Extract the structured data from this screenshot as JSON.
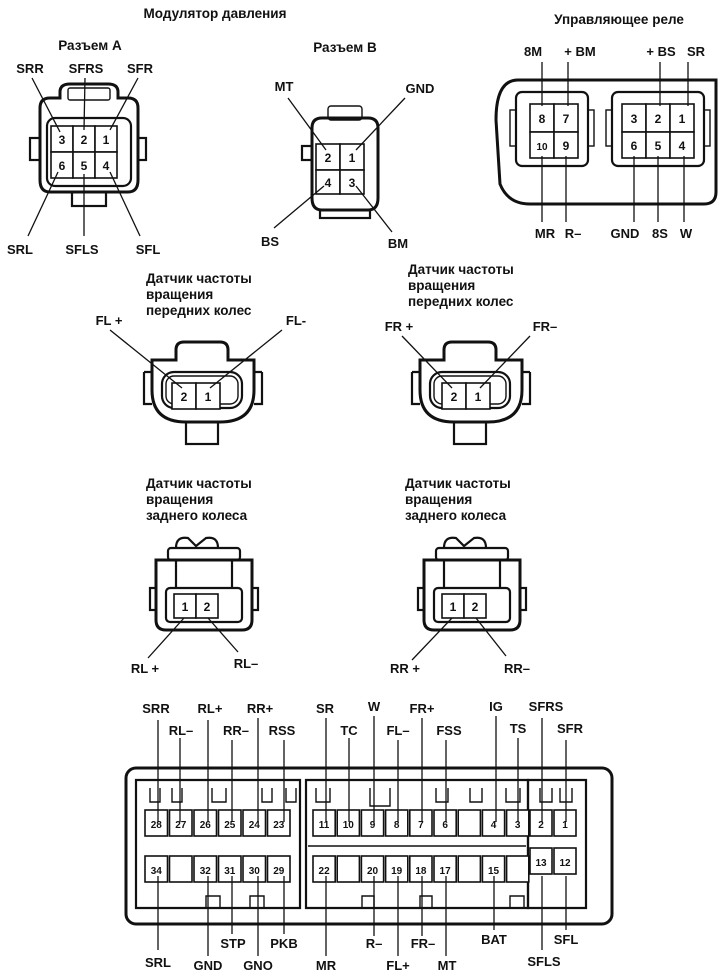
{
  "modulator": {
    "title": "Модулятор давления",
    "connector_a": {
      "title": "Разъем А",
      "pins_top": [
        "3",
        "2",
        "1"
      ],
      "pins_bottom": [
        "6",
        "5",
        "4"
      ],
      "labels": {
        "srr": "SRR",
        "sfrs": "SFRS",
        "sfr": "SFR",
        "srl": "SRL",
        "sfls": "SFLS",
        "sfl": "SFL"
      }
    },
    "connector_b": {
      "title": "Разъем В",
      "pins_top": [
        "2",
        "1"
      ],
      "pins_bottom": [
        "4",
        "3"
      ],
      "labels": {
        "mt": "MT",
        "gnd": "GND",
        "bs": "BS",
        "bm": "BM"
      }
    }
  },
  "relay": {
    "title": "Управляющее реле",
    "left_block": {
      "pins_top": [
        "8",
        "7"
      ],
      "pins_bottom": [
        "10",
        "9"
      ]
    },
    "right_block": {
      "pins_top": [
        "3",
        "2",
        "1"
      ],
      "pins_bottom": [
        "6",
        "5",
        "4"
      ]
    },
    "labels": {
      "bm8": "8M",
      "plus_bm": "+ BM",
      "plus_bs": "+ BS",
      "sr": "SR",
      "mr": "MR",
      "r_minus": "R–",
      "gnd": "GND",
      "bs8": "8S",
      "w": "W"
    }
  },
  "front_sensors": [
    {
      "title_lines": [
        "Датчик частоты",
        "вращения",
        "передних колес"
      ],
      "pins": [
        "2",
        "1"
      ],
      "plus_label": "FL +",
      "minus_label": "FL-"
    },
    {
      "title_lines": [
        "Датчик частоты",
        "вращения",
        "передних колес"
      ],
      "pins": [
        "2",
        "1"
      ],
      "plus_label": "FR +",
      "minus_label": "FR–"
    }
  ],
  "rear_sensors": [
    {
      "title_lines": [
        "Датчик частоты",
        "вращения",
        "заднего колеса"
      ],
      "pins": [
        "1",
        "2"
      ],
      "plus_label": "RL +",
      "minus_label": "RL–"
    },
    {
      "title_lines": [
        "Датчик частоты",
        "вращения",
        "заднего колеса"
      ],
      "pins": [
        "1",
        "2"
      ],
      "plus_label": "RR +",
      "minus_label": "RR–"
    }
  ],
  "ecu": {
    "left_row1": [
      "28",
      "27",
      "26",
      "25",
      "24",
      "23"
    ],
    "left_row2": [
      "34",
      "",
      "32",
      "31",
      "30",
      "29"
    ],
    "mid_row1": [
      "11",
      "10",
      "9",
      "8",
      "7",
      "6",
      "",
      "4",
      "3"
    ],
    "mid_row2": [
      "22",
      "",
      "20",
      "19",
      "18",
      "17",
      "",
      "15",
      ""
    ],
    "right_row1": [
      "2",
      "1"
    ],
    "right_row2": [
      "13",
      "12"
    ],
    "top_labels": {
      "srr": "SRR",
      "rl_minus": "RL–",
      "rl_plus": "RL+",
      "rr_minus": "RR–",
      "rr_plus": "RR+",
      "rss": "RSS",
      "sr": "SR",
      "tc": "TC",
      "w": "W",
      "fl_minus": "FL–",
      "fr_plus": "FR+",
      "fss": "FSS",
      "ig": "IG",
      "ts": "TS",
      "sfrs": "SFRS",
      "sfr": "SFR"
    },
    "bottom_labels": {
      "srl": "SRL",
      "gnd1": "GND",
      "stp": "STP",
      "gnd2": "GNO",
      "pkb": "PKB",
      "mr": "MR",
      "r_minus": "R–",
      "fl_plus": "FL+",
      "fr_minus": "FR–",
      "mt": "MT",
      "bat": "BAT",
      "sfls": "SFLS",
      "sfl": "SFL"
    }
  }
}
